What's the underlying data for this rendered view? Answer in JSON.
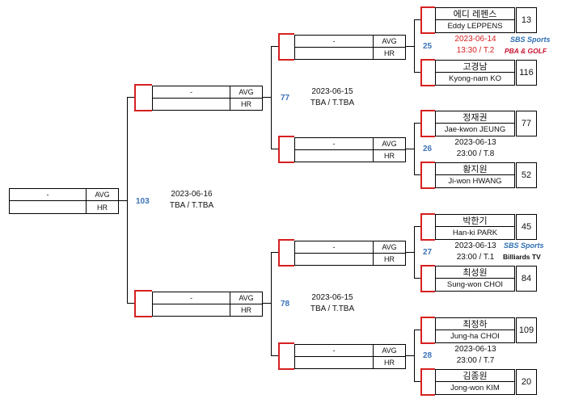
{
  "slots": {
    "final": {
      "name": "-",
      "avg": "AVG",
      "hr": "HR"
    },
    "sf_top": {
      "name": "-",
      "avg": "AVG",
      "hr": "HR"
    },
    "sf_bot": {
      "name": "-",
      "avg": "AVG",
      "hr": "HR"
    },
    "qf1": {
      "name": "-",
      "avg": "AVG",
      "hr": "HR"
    },
    "qf2": {
      "name": "-",
      "avg": "AVG",
      "hr": "HR"
    },
    "qf3": {
      "name": "-",
      "avg": "AVG",
      "hr": "HR"
    },
    "qf4": {
      "name": "-",
      "avg": "AVG",
      "hr": "HR"
    }
  },
  "matches": {
    "m103": {
      "number": "103",
      "date": "2023-06-16",
      "time": "TBA / T.TBA"
    },
    "m77": {
      "number": "77",
      "date": "2023-06-15",
      "time": "TBA / T.TBA"
    },
    "m78": {
      "number": "78",
      "date": "2023-06-15",
      "time": "TBA / T.TBA"
    },
    "m25": {
      "number": "25",
      "date": "2023-06-14",
      "time": "13:30 / T.2"
    },
    "m26": {
      "number": "26",
      "date": "2023-06-13",
      "time": "23:00 / T.8"
    },
    "m27": {
      "number": "27",
      "date": "2023-06-13",
      "time": "23:00 / T.1"
    },
    "m28": {
      "number": "28",
      "date": "2023-06-13",
      "time": "23:00 / T.7"
    }
  },
  "players": [
    {
      "kr": "에디 레펜스",
      "en": "Eddy LEPPENS",
      "score": "13"
    },
    {
      "kr": "고경남",
      "en": "Kyong-nam KO",
      "score": "116"
    },
    {
      "kr": "정재권",
      "en": "Jae-kwon JEUNG",
      "score": "77"
    },
    {
      "kr": "황지원",
      "en": "Ji-won HWANG",
      "score": "52"
    },
    {
      "kr": "박한기",
      "en": "Han-ki PARK",
      "score": "45"
    },
    {
      "kr": "최성원",
      "en": "Sung-won CHOI",
      "score": "84"
    },
    {
      "kr": "최정하",
      "en": "Jung-ha CHOI",
      "score": "109"
    },
    {
      "kr": "김종원",
      "en": "Jong-won KIM",
      "score": "20"
    }
  ],
  "logos": {
    "sbs_sports": "SBS Sports",
    "pba_golf": "PBA & GOLF",
    "billiards": "Billiards TV"
  },
  "colors": {
    "accent_red": "#d62020",
    "match_number_blue": "#3b73b9"
  }
}
